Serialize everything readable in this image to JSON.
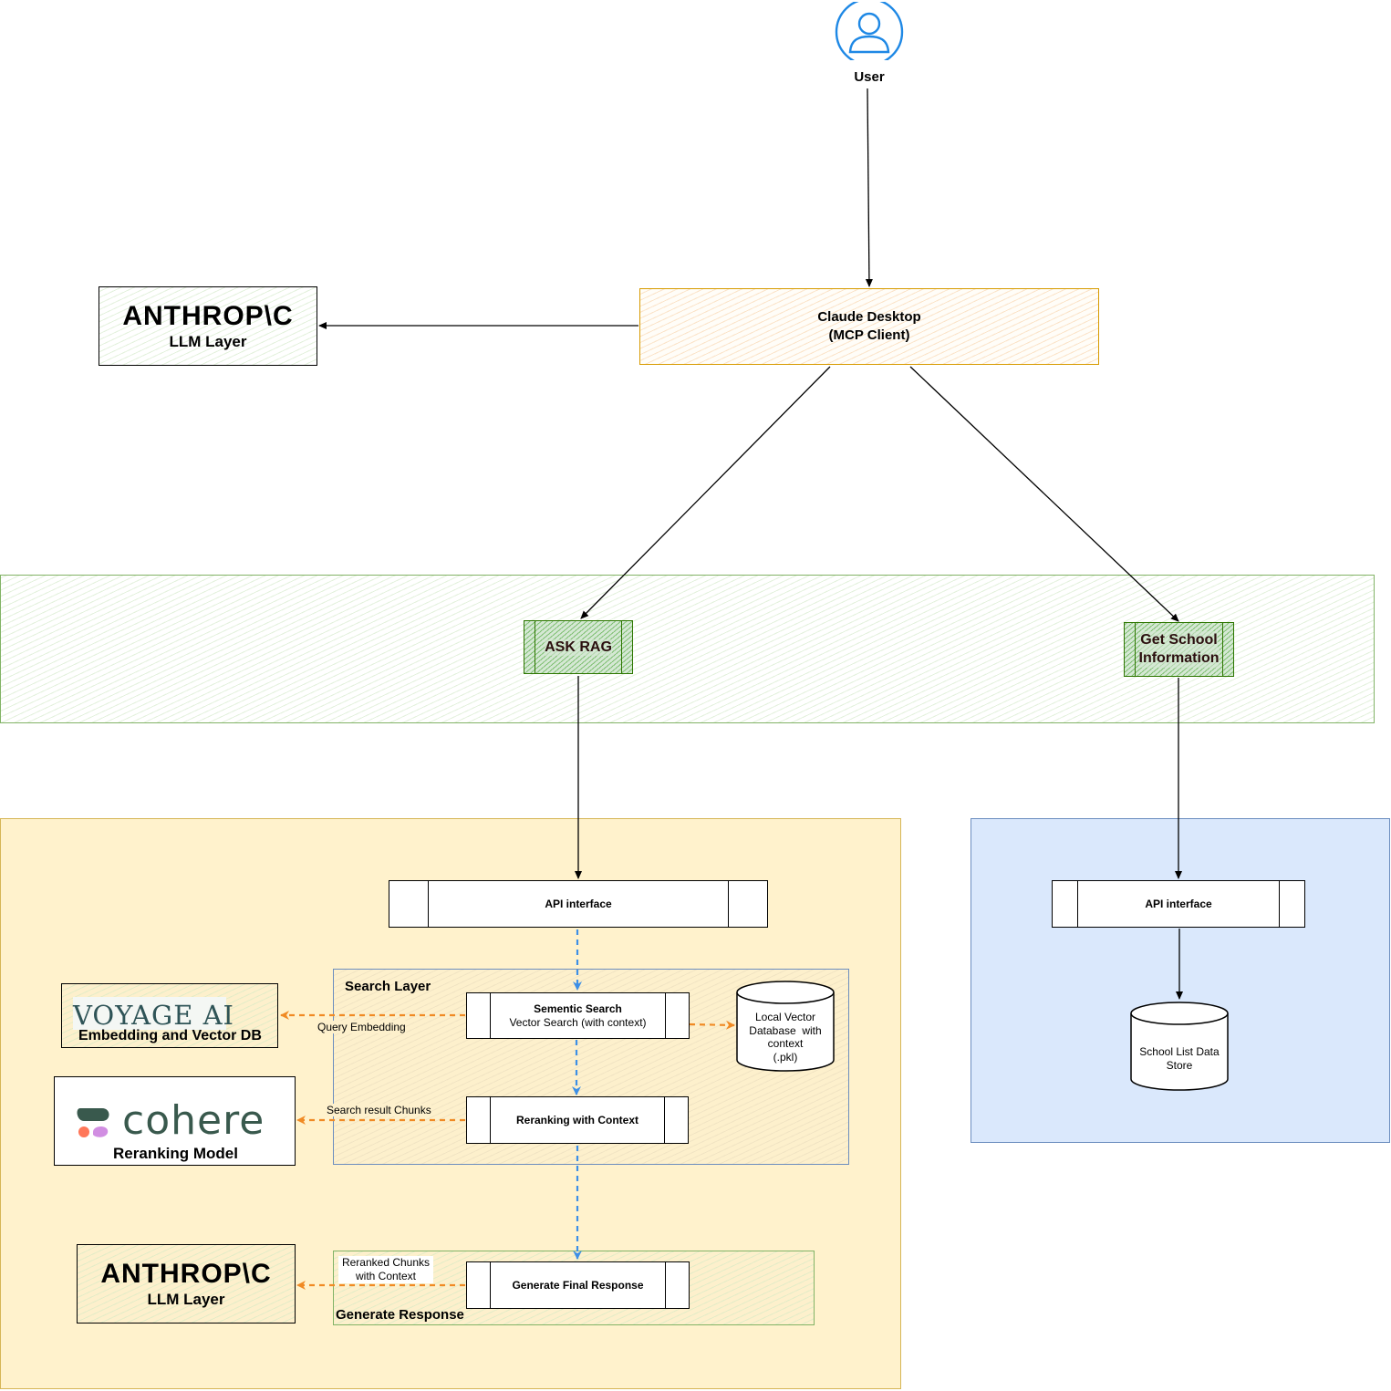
{
  "user": {
    "label": "User",
    "icon": "user-icon"
  },
  "client": {
    "line1": "Claude Desktop",
    "line2": "(MCP Client)"
  },
  "llm_top": {
    "logo": "ANTHROP\\C",
    "label": "LLM Layer"
  },
  "tools": {
    "ask_rag": "ASK RAG",
    "school_line1": "Get School",
    "school_line2": "Information"
  },
  "rag_api": "API interface",
  "school_api": "API interface",
  "search_layer": {
    "title": "Search Layer",
    "semantic_line1": "Sementic Search",
    "semantic_line2": "Vector Search (with context)",
    "rerank": "Reranking with Context"
  },
  "vector_db": {
    "line1": "Local Vector",
    "line2": "Database  with",
    "line3": "context",
    "line4": "(.pkl)"
  },
  "school_store": {
    "line1": "School List Data",
    "line2": "Store"
  },
  "voyage": {
    "logo": "VOYAGE AI",
    "label": "Embedding and Vector DB"
  },
  "cohere": {
    "logo": "cohere",
    "label": "Reranking Model"
  },
  "generate": {
    "title": "Generate Response",
    "process": "Generate Final Response"
  },
  "llm_bottom": {
    "logo": "ANTHROP\\C",
    "label": "LLM Layer"
  },
  "edge_labels": {
    "query_embedding": "Query Embedding",
    "search_chunks": "Search result Chunks",
    "reranked_line1": "Reranked Chunks",
    "reranked_line2": "with Context"
  },
  "colors": {
    "client_border": "#d79b00",
    "tool_border": "#2d7600",
    "green_band_border": "#82b366",
    "rag_container": "#fff2cc",
    "rag_container_border": "#d6b656",
    "school_container": "#dae8fc",
    "school_container_border": "#6c8ebf",
    "user_icon": "#1e88e5",
    "dashed_orange": "#f08a24",
    "dashed_blue": "#3d8fe6"
  }
}
